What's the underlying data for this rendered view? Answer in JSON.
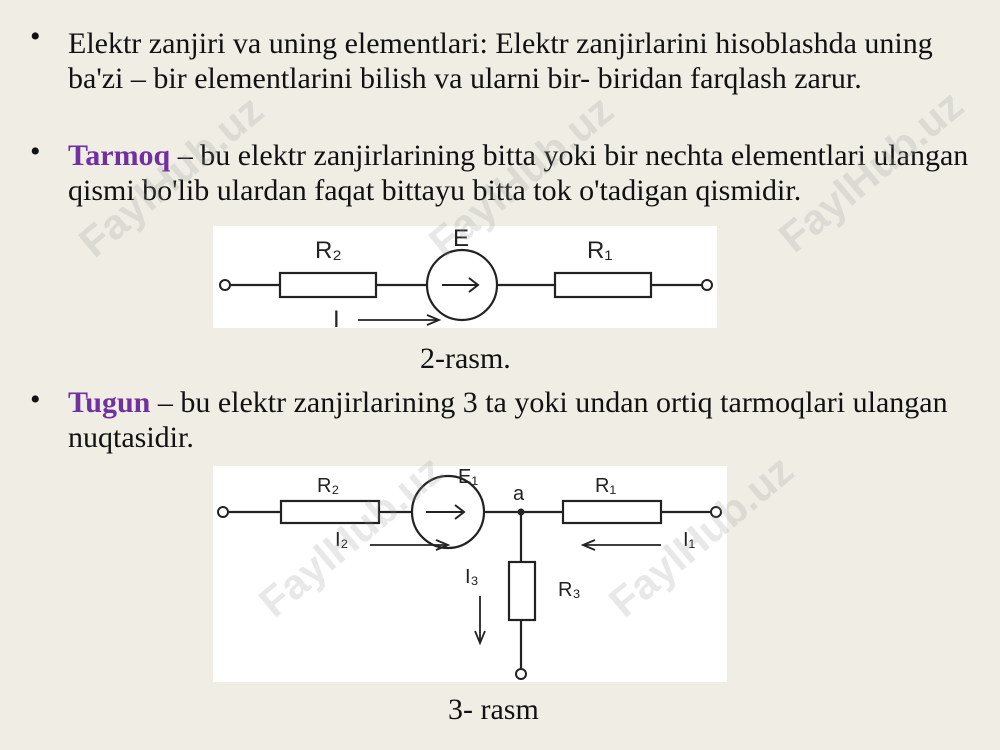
{
  "bullets": [
    {
      "term": "",
      "text": "Elektr  zanjiri va uning elementlari:  Elektr zanjirlarini hisoblashda uning ba'zi – bir elementlarini bilish va ularni bir- biridan farqlash zarur."
    },
    {
      "term": "Tarmoq",
      "text": " – bu elektr zanjirlarining bitta yoki bir nechta elementlari ulangan qismi bo'lib  ulardan faqat bittayu bitta tok  o'tadigan qismidir."
    },
    {
      "term": "Tugun",
      "text": "  – bu elektr zanjirlarining  3 ta yoki undan ortiq tarmoqlari ulangan nuqtasidir."
    }
  ],
  "figure2": {
    "caption": "2-rasm.",
    "labels": {
      "r2": "R₂",
      "e": "E",
      "r1": "R₁",
      "i": "I"
    }
  },
  "figure3": {
    "caption": "3- rasm",
    "labels": {
      "r2": "R₂",
      "e1": "E₁",
      "a": "a",
      "r1": "R₁",
      "i2": "I₂",
      "i1": "I₁",
      "i3": "I₃",
      "r3": "R₃"
    }
  },
  "watermark": "FaylHub.uz",
  "colors": {
    "term": "#7030a0",
    "background": "#efede4"
  }
}
